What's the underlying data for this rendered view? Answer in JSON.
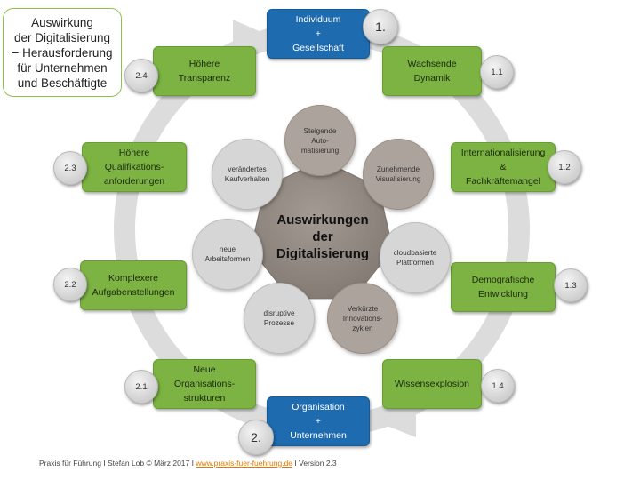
{
  "title": "Auswirkung\nder Digitalisierung\n− Herausforderung\nfür  Unternehmen\nund Beschäftigte",
  "center": "Auswirkungen\nder\nDigitalisierung",
  "top_box": {
    "text": "Individuum\n+\nGesellschaft",
    "badge": "1."
  },
  "bottom_box": {
    "text": "Organisation\n+\nUnternehmen",
    "badge": "2."
  },
  "right_items": [
    {
      "text": "Wachsende\nDynamik",
      "badge": "1.1"
    },
    {
      "text": "Internationalisierung\n&\nFachkräftemangel",
      "badge": "1.2"
    },
    {
      "text": "Demografische\nEntwicklung",
      "badge": "1.3"
    },
    {
      "text": "Wissensexplosion",
      "badge": "1.4"
    }
  ],
  "left_items": [
    {
      "text": "Neue\nOrganisations-\nstrukturen",
      "badge": "2.1"
    },
    {
      "text": "Komplexere\nAufgabenstellungen",
      "badge": "2.2"
    },
    {
      "text": "Höhere\nQualifikations-\nanforderungen",
      "badge": "2.3"
    },
    {
      "text": "Höhere\nTransparenz",
      "badge": "2.4"
    }
  ],
  "circles": [
    "Steigende\nAuto-\nmatisierung",
    "Zunehmende\nVisualisierung",
    "cloudbasierte\nPlattformen",
    "Verkürzte\nInnovations-\nzyklen",
    "disruptive\nProzesse",
    "neue\nArbeitsformen",
    "verändertes\nKaufverhalten"
  ],
  "footer": {
    "left": "Praxis für Führung   I   Stefan Lob © März 2017   I  ",
    "link": "www.praxis-fuer-fuehrung.de",
    "right": "  I  Version 2.3"
  },
  "colors": {
    "green": "#7cb342",
    "blue": "#1e6bb0",
    "ring": "#d9d9d9",
    "center": "#8f8780"
  }
}
